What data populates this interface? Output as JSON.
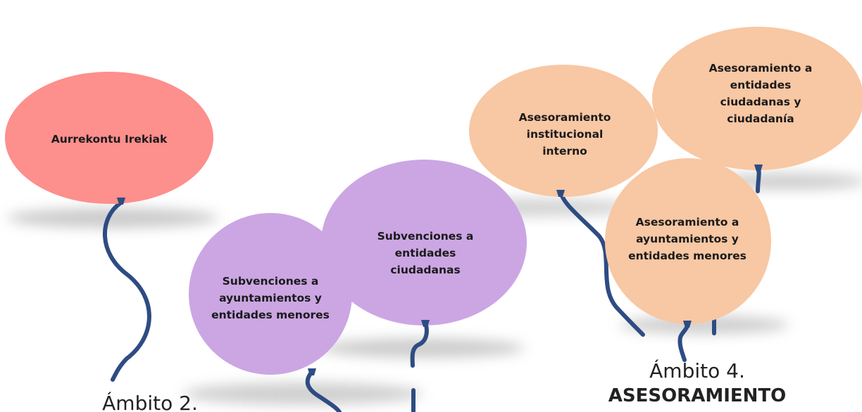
{
  "colors": {
    "pink": "#fd8f8d",
    "lavender": "#cba6e3",
    "peach": "#f8c7a3",
    "string": "#2e4c83"
  },
  "balloons": [
    {
      "label": "Aurrekontu Irekiak",
      "color": "pink"
    },
    {
      "label": "Subvenciones a ayuntamientos y entidades menores",
      "color": "lavender"
    },
    {
      "label": "Subvenciones a entidades ciudadanas",
      "color": "lavender"
    },
    {
      "label": "Asesoramiento institucional interno",
      "color": "peach"
    },
    {
      "label": "Asesoramiento a entidades ciudadanas y ciudadanía",
      "color": "peach"
    },
    {
      "label": "Asesoramiento a ayuntamientos y entidades menores",
      "color": "peach"
    }
  ],
  "captions": {
    "left": {
      "number": "Ámbito 2.",
      "name": ""
    },
    "right": {
      "number": "Ámbito 4.",
      "name": "ASESORAMIENTO"
    }
  }
}
